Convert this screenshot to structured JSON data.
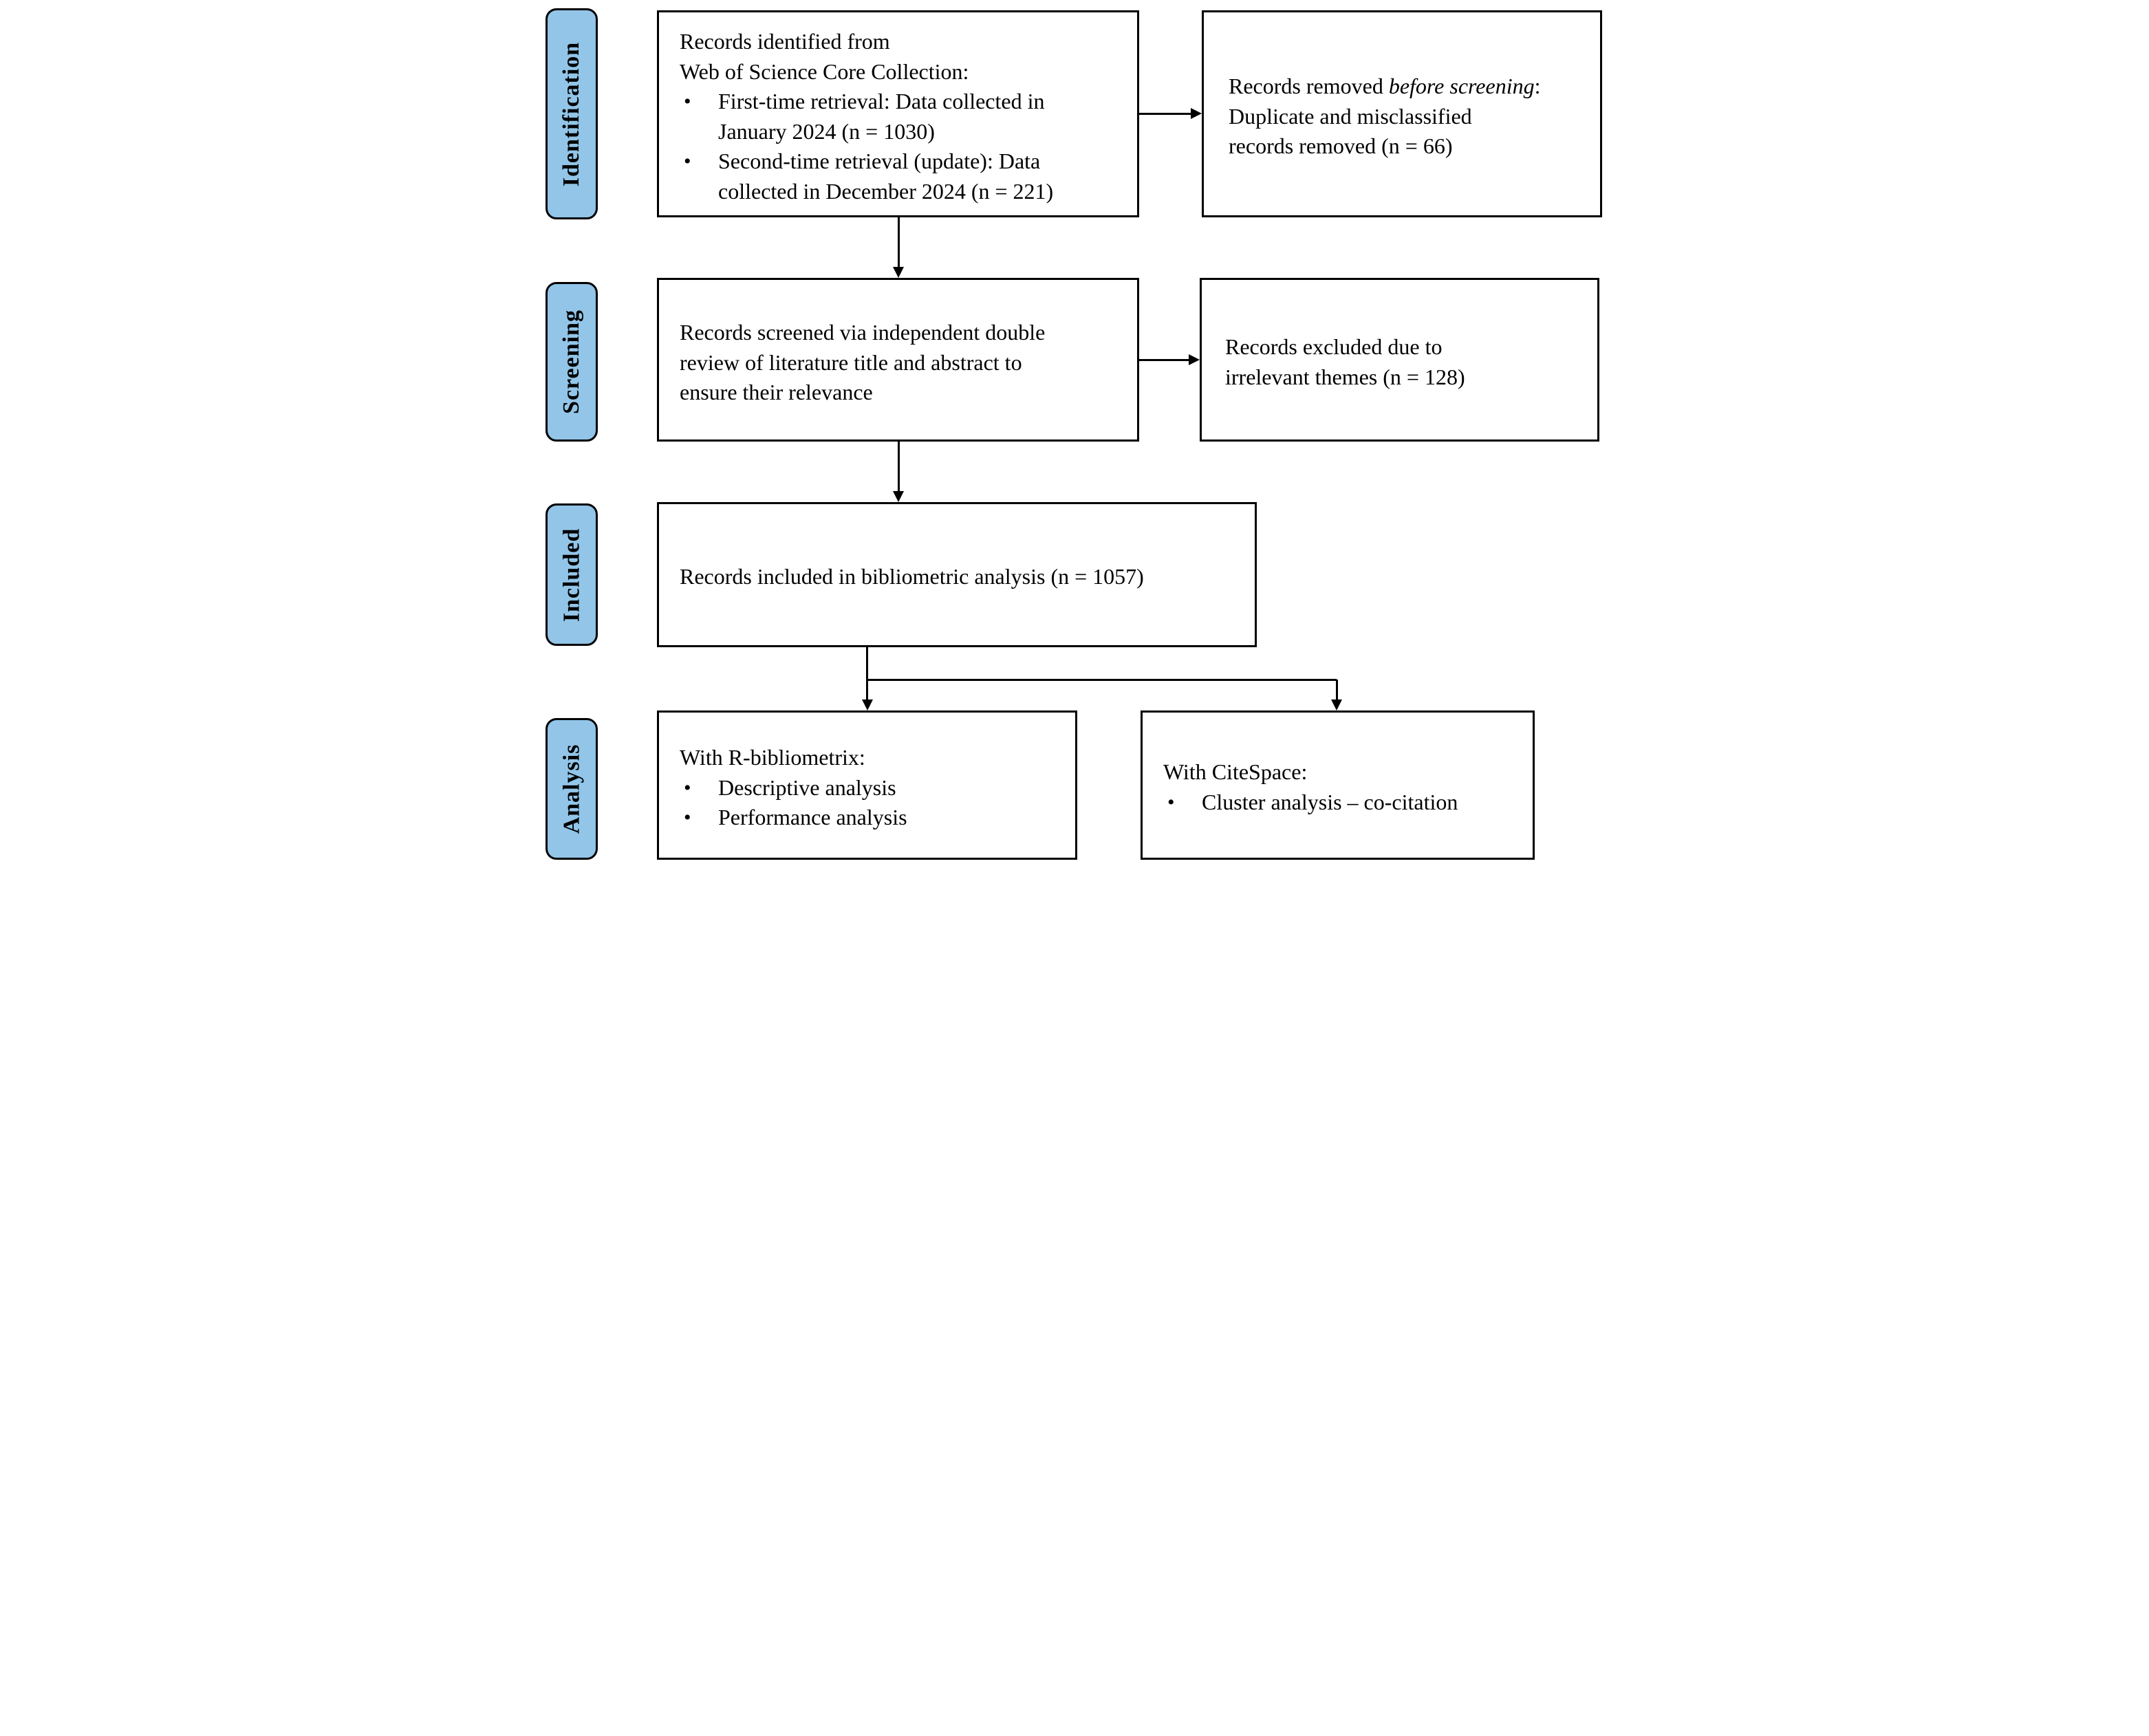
{
  "bullet_glyph": "•",
  "colors": {
    "stage_fill": "#92C5E8",
    "border": "#000000",
    "text": "#000000",
    "background": "#FFFFFF"
  },
  "stages": [
    {
      "label": "Identification"
    },
    {
      "label": "Screening"
    },
    {
      "label": "Included"
    },
    {
      "label": "Analysis"
    }
  ],
  "boxes": {
    "identification": {
      "lines": [
        "Records identified from",
        "Web of Science Core Collection:"
      ],
      "bullets": [
        {
          "lines": [
            "First-time retrieval: Data collected in",
            "January 2024 (n = 1030)"
          ]
        },
        {
          "lines": [
            "Second-time retrieval (update): Data",
            "collected in December 2024 (n = 221)"
          ]
        }
      ]
    },
    "removed": {
      "line1_normal": "Records removed",
      "line1_italic": "before screening",
      "line1_punct": ":",
      "lines": [
        "Duplicate and misclassified",
        "records removed (n = 66)"
      ]
    },
    "screened": {
      "lines": [
        "Records screened via independent double",
        "review of literature title and abstract to",
        "ensure their relevance"
      ]
    },
    "excluded": {
      "lines": [
        "Records excluded due to",
        "irrelevant themes (n = 128)"
      ]
    },
    "included": {
      "lines": [
        "Records included in bibliometric analysis (n = 1057)"
      ]
    },
    "analysis_r": {
      "title": "With R-bibliometrix:",
      "bullets": [
        "Descriptive analysis",
        "Performance analysis"
      ]
    },
    "analysis_citespace": {
      "title": "With CiteSpace:",
      "bullets": [
        "Cluster analysis – co-citation"
      ]
    }
  }
}
